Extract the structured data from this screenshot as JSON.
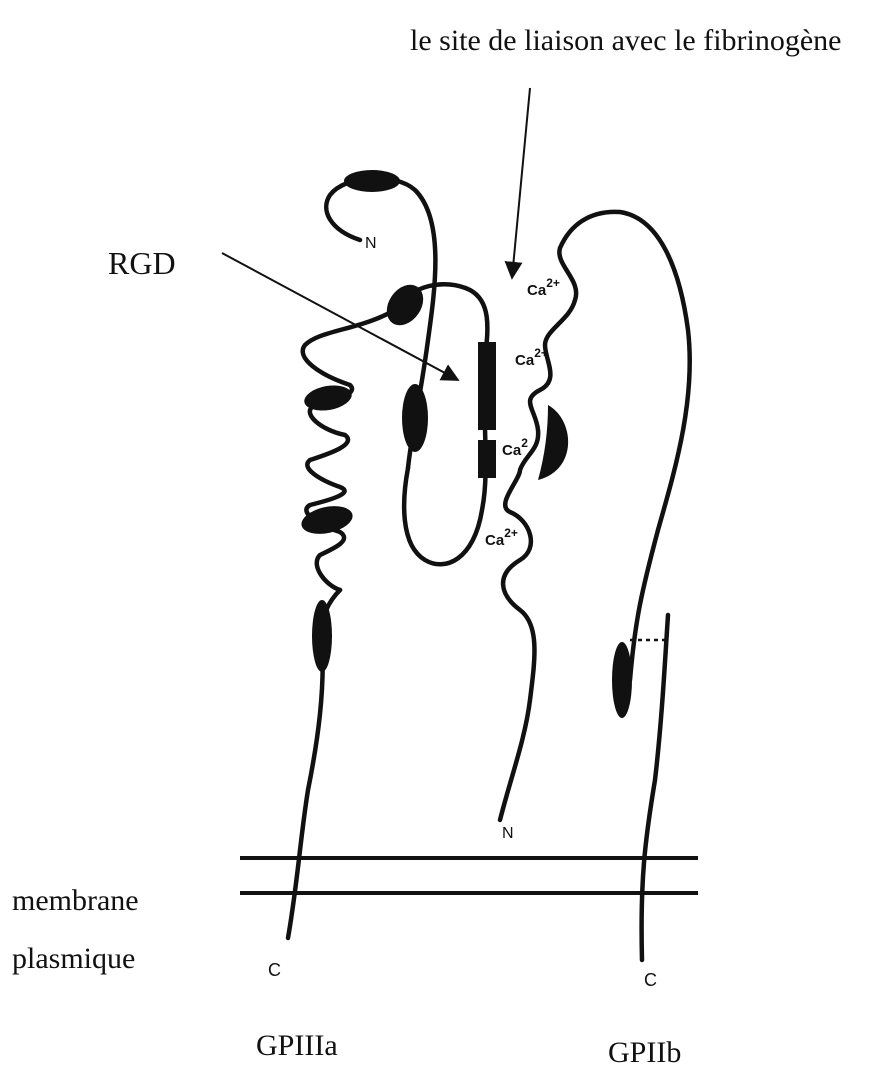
{
  "labels": {
    "binding_site": "le site de liaison avec le fibrinogène",
    "rgd": "RGD",
    "membrane_line1": "membrane",
    "membrane_line2": "plasmique",
    "gpiiia": "GPIIIa",
    "gpiib": "GPIIb",
    "n_terminus": "N",
    "c_terminus": "C",
    "calcium": "Ca",
    "calcium_charge": "2+",
    "calcium_partial": "Ca",
    "calcium_partial_sup": "2"
  },
  "colors": {
    "ink": "#111111",
    "background": "#ffffff"
  }
}
